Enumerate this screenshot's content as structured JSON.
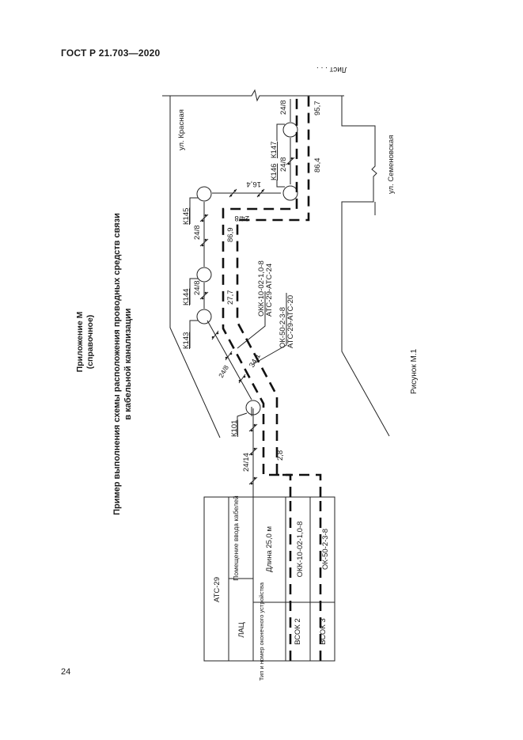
{
  "header": {
    "standard": "ГОСТ Р 21.703—2020"
  },
  "appendix": {
    "title": "Приложение М",
    "subtitle": "(справочное)"
  },
  "section_title": {
    "line1": "Пример выполнения схемы расположения проводных средств связи",
    "line2": "в кабельной канализации"
  },
  "figure": {
    "caption": "Рисунок М.1",
    "sheet_label": "Лист . . .",
    "streets": {
      "krasnaya": "ул. Красная",
      "semenovskaya": "ул. Семеновская"
    },
    "table": {
      "station": "АТС-29",
      "lac": "ЛАЦ",
      "entry_room": "Помещение ввода кабелей",
      "length": "Длина 25,0 м",
      "device_header": "Тип и номер оконечного устройства",
      "rows": [
        {
          "device": "ВСОК 2",
          "cable": "ОКК-10-02-1,0-8"
        },
        {
          "device": "ВСОК 3",
          "cable": "ОК-50-2-3-8"
        }
      ]
    },
    "wells": [
      "К101",
      "К143",
      "К144",
      "К145",
      "К146",
      "К147"
    ],
    "channel_labels": [
      "24/14",
      "24/8",
      "24/8",
      "24/8",
      "24/8",
      "24/8",
      "24/8"
    ],
    "distances": [
      "2,8",
      "34,1",
      "27,7",
      "86,9",
      "24/8",
      "16,4",
      "86,4",
      "95,7"
    ],
    "cable_callouts": [
      {
        "type": "ОКК-10-02-1,0-8",
        "route": "АТС-29-АТС-24"
      },
      {
        "type": "ОК-50-2-3-8",
        "route": "АТС-29-АТС-20"
      }
    ]
  },
  "page_number": "24"
}
